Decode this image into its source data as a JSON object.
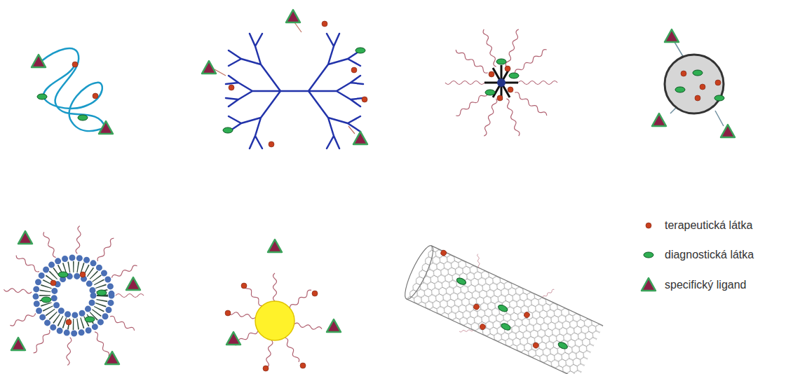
{
  "diagram": {
    "legend": [
      {
        "text": "terapeutická látka"
      },
      {
        "text": "diagnostická látka"
      },
      {
        "text": "specifický ligand"
      }
    ]
  }
}
